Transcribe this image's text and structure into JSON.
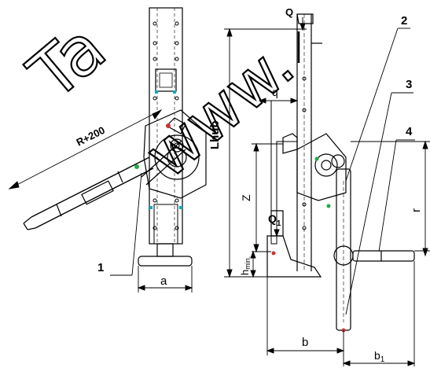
{
  "labels": {
    "dim_a": "a",
    "dim_b": "b",
    "dim_b1": "b",
    "dim_b1_sub": "1",
    "dim_r": "r",
    "dim_z": "Z",
    "dim_q": "q",
    "dim_q_top": "Q",
    "dim_q_low": "Q",
    "dim_q_low_sub": "1",
    "dim_lhub": "Lhub",
    "dim_hmin": "h",
    "dim_hmin_sub": "min.",
    "dim_r200": "R+200",
    "part_1": "1",
    "part_2": "2",
    "part_3": "3",
    "part_4": "4"
  },
  "watermark": {
    "left": "Ta",
    "right": "www."
  }
}
